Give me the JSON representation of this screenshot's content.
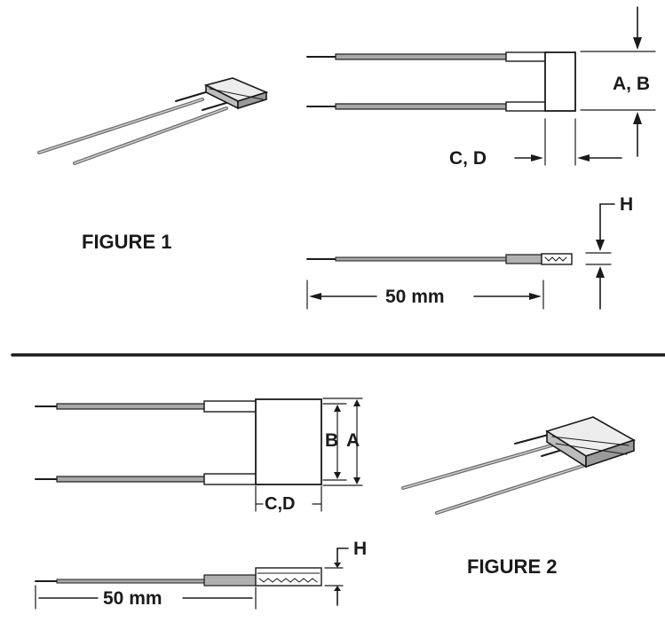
{
  "figure1": {
    "title": "FIGURE 1",
    "dim_ab": "A, B",
    "dim_cd": "C, D",
    "dim_h": "H",
    "dim_length": "50 mm"
  },
  "figure2": {
    "title": "FIGURE 2",
    "dim_b": "B",
    "dim_a": "A",
    "dim_cd": "C,D",
    "dim_h": "H",
    "dim_length": "50 mm"
  },
  "colors": {
    "line": "#1a1a1a",
    "lead_fill": "#a8a8a8",
    "body_fill": "#e6e6e6"
  }
}
